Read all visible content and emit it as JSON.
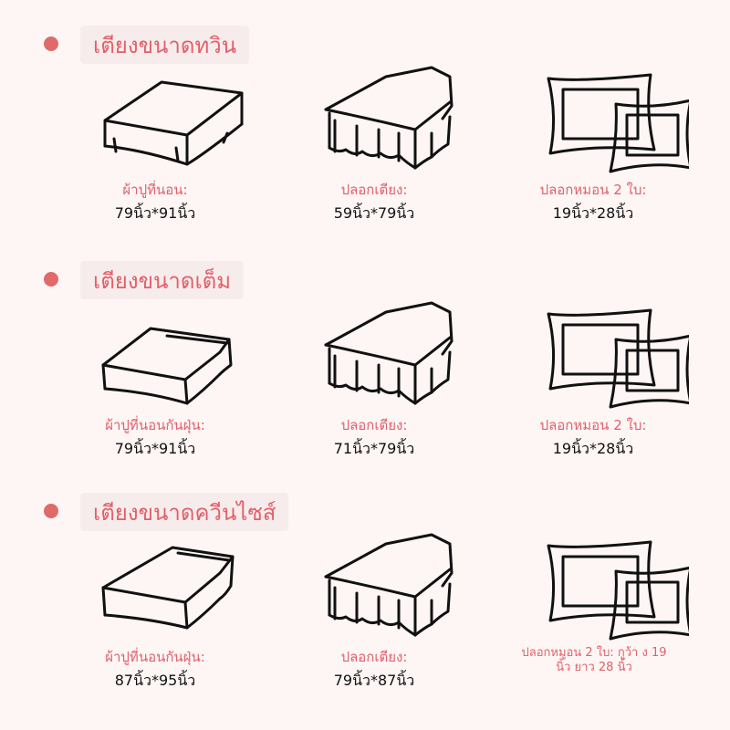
{
  "colors": {
    "accent": "#e2606a",
    "bullet": "#e06a6a",
    "background": "#fdf6f5",
    "text": "#111111"
  },
  "sections": [
    {
      "title": "เตียงขนาดทวิน",
      "items": [
        {
          "icon": "fitted-sheet-icon",
          "label": "ผ้าปูที่นอน:",
          "size": "79นิ้ว*91นิ้ว"
        },
        {
          "icon": "bed-skirt-icon",
          "label": "ปลอกเตียง:",
          "size": "59นิ้ว*79นิ้ว"
        },
        {
          "icon": "pillowcase-icon",
          "label": "ปลอกหมอน 2 ใบ:",
          "size": "19นิ้ว*28นิ้ว"
        }
      ]
    },
    {
      "title": "เตียงขนาดเต็ม",
      "items": [
        {
          "icon": "fitted-sheet-icon",
          "label": "ผ้าปูที่นอนกันฝุ่น:",
          "size": "79นิ้ว*91นิ้ว"
        },
        {
          "icon": "bed-skirt-icon",
          "label": "ปลอกเตียง:",
          "size": "71นิ้ว*79นิ้ว"
        },
        {
          "icon": "pillowcase-icon",
          "label": "ปลอกหมอน 2 ใบ:",
          "size": "19นิ้ว*28นิ้ว"
        }
      ]
    },
    {
      "title": "เตียงขนาดควีนไซส์",
      "items": [
        {
          "icon": "fitted-sheet-icon",
          "label": "ผ้าปูที่นอนกันฝุ่น:",
          "size": "87นิ้ว*95นิ้ว"
        },
        {
          "icon": "bed-skirt-icon",
          "label": "ปลอกเตียง:",
          "size": "79นิ้ว*87นิ้ว"
        },
        {
          "icon": "pillowcase-icon",
          "label": "ปลอกหมูอน 2 ใบ: กูว้า ง 19 นิ้ว ยาว 28 นิ้ว",
          "size": ""
        }
      ]
    }
  ]
}
